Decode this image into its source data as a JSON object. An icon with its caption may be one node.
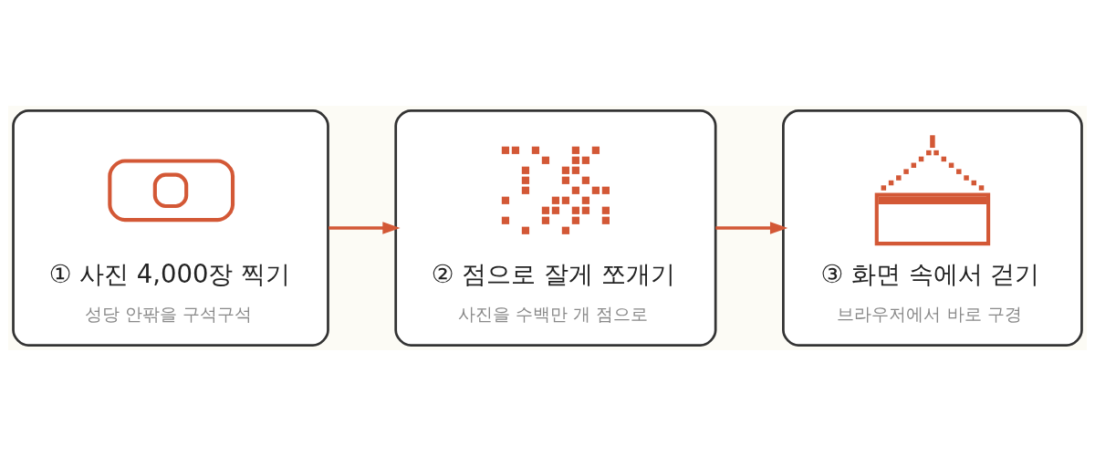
{
  "diagram": {
    "nodes": [
      {
        "text": [
          "① 사진 4,000장 찍기",
          "성당 안팎을 구석구석"
        ]
      },
      {
        "text": [
          "② 점으로 잘게 쪼개기",
          "사진을 수백만 개 점으로"
        ]
      },
      {
        "text": [
          "③ 화면 속에서 걷기",
          "브라우저에서 바로 구경"
        ]
      }
    ],
    "edges": [
      {
        "from": 0,
        "to": 1,
        "arrow": "to"
      },
      {
        "from": 1,
        "to": 2,
        "arrow": "to"
      }
    ]
  }
}
